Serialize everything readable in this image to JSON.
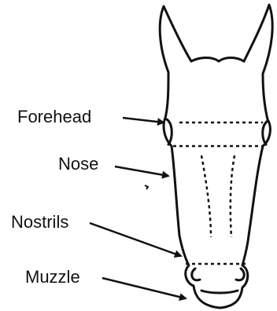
{
  "diagram": {
    "labels": {
      "forehead": "Forehead",
      "nose": "Nose",
      "nostrils": "Nostrils",
      "muzzle": "Muzzle"
    }
  },
  "colors": {
    "ink": "#111111",
    "background": "#ffffff"
  }
}
